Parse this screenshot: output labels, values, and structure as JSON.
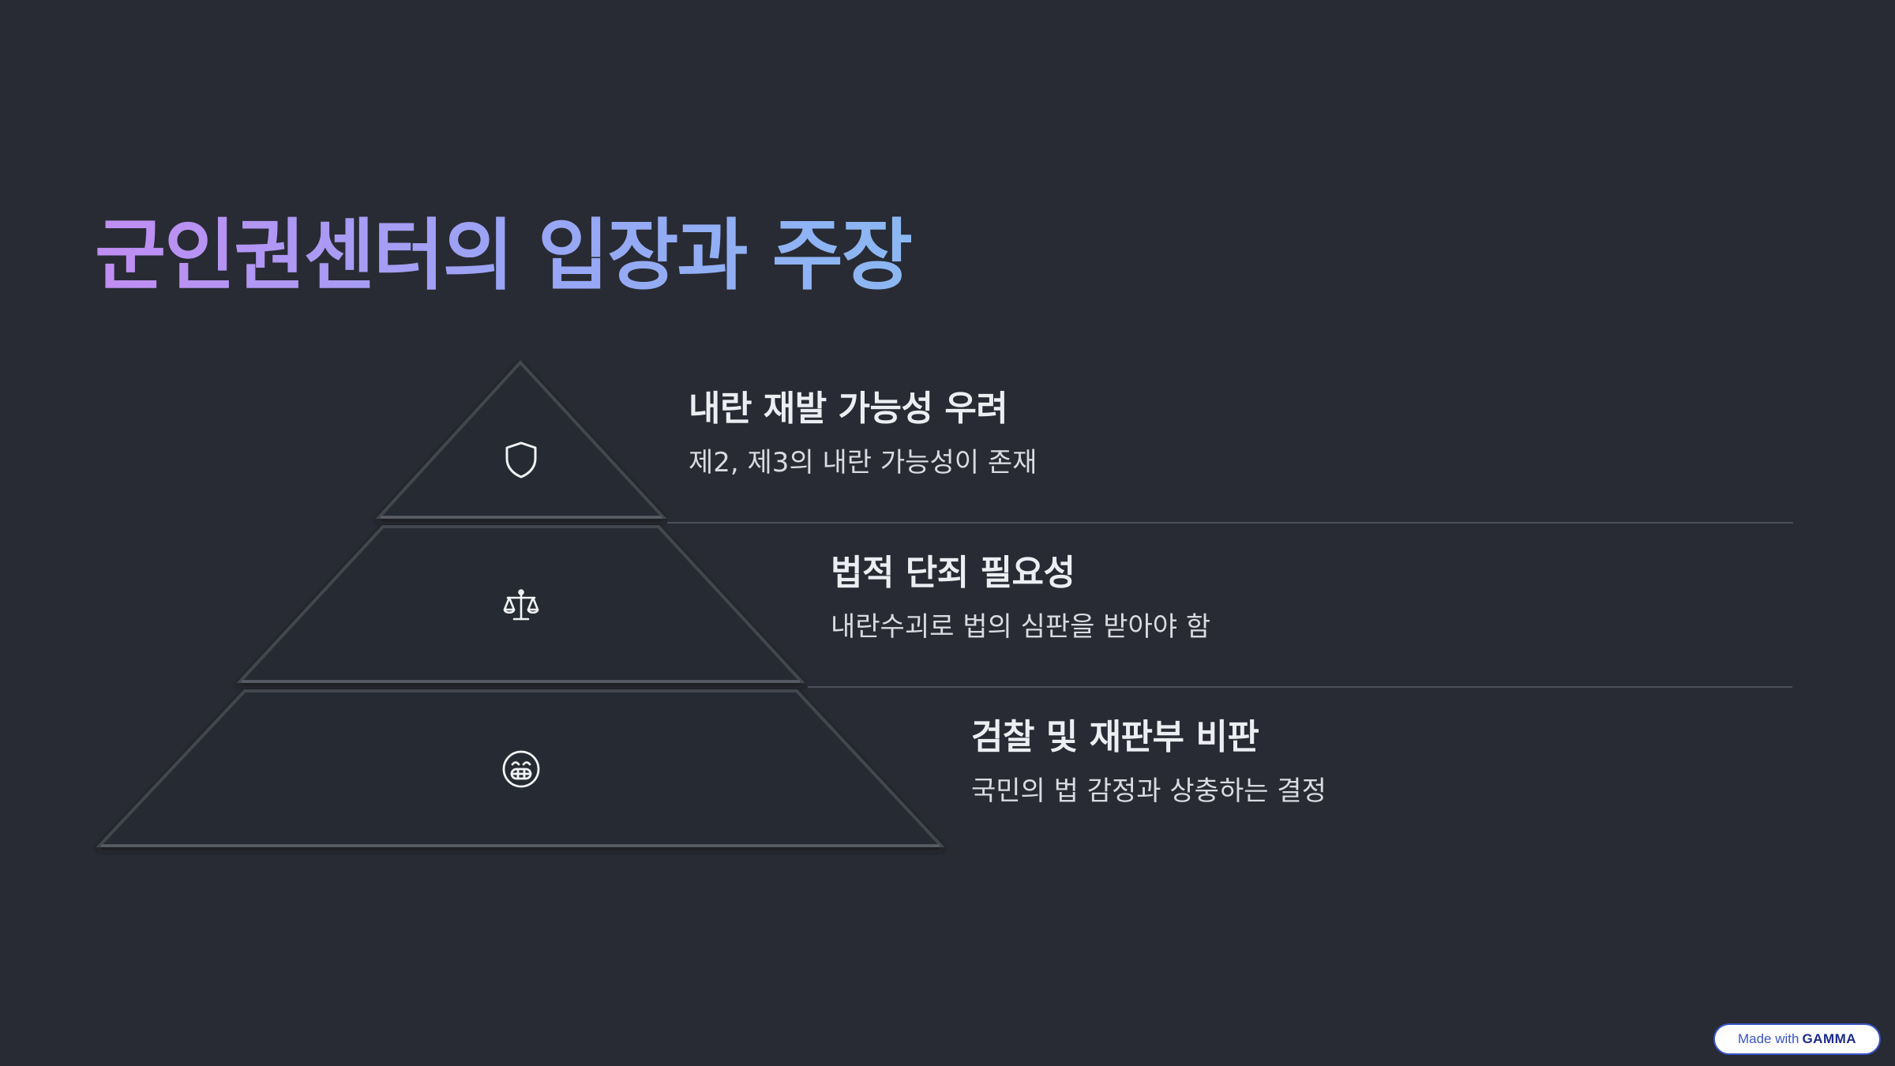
{
  "slide": {
    "title": "군인권센터의 입장과 주장",
    "levels": [
      {
        "icon": "shield-icon",
        "heading": "내란 재발 가능성 우려",
        "description": "제2, 제3의 내란 가능성이 존재"
      },
      {
        "icon": "scales-icon",
        "heading": "법적 단죄 필요성",
        "description": "내란수괴로 법의 심판을 받아야 함"
      },
      {
        "icon": "grimace-face-icon",
        "heading": "검찰 및 재판부 비판",
        "description": "국민의 법 감정과 상충하는 결정"
      }
    ]
  },
  "badge": {
    "prefix": "Made with",
    "brand": "GAMMA"
  },
  "colors": {
    "background": "#282b33",
    "title_gradient": [
      "#c18df2",
      "#9aa4f5",
      "#8bb8f3"
    ],
    "pyramid_fill": "#282b31",
    "heading_text": "#eceef2",
    "divider": "#4b4f59"
  }
}
